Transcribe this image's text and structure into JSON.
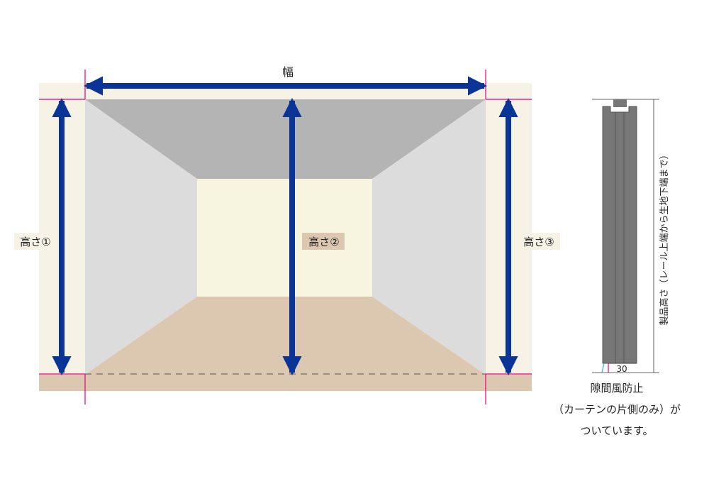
{
  "labels": {
    "width": "幅",
    "height1": "高さ①",
    "height2": "高さ②",
    "height3": "高さ③",
    "product_height": "製品高さ（レール上端から生地下端まで）",
    "dimension_30": "30"
  },
  "caption": {
    "line1": "隙間風防止",
    "line2": "（カーテンの片側のみ）が",
    "line3": "ついています。"
  },
  "colors": {
    "wall": "#f6f2e6",
    "ceiling": "#b4b4b4",
    "side_wall": "#dcdcdc",
    "back_wall": "#f7f4e0",
    "floor": "#dcc8b0",
    "arrow": "#0a3596",
    "marker": "#e6007e",
    "curtain": "#777777"
  }
}
